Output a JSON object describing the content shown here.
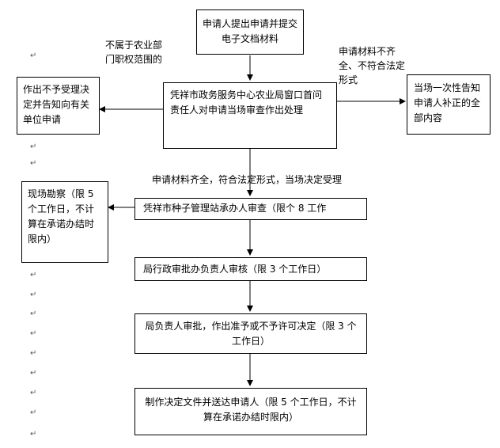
{
  "boxes": {
    "submit": "申请人提出申请并提交电子文档材料",
    "review": "凭祥市政务服务中心农业局窗口首问责任人对申请当场审查作出处理",
    "reject": "作出不予受理决定并告知向有关单位申请",
    "correct": "当场一次性告知申请人补正的全部内容",
    "station": "凭祥市种子管理站承办人审查（限个 8 工作",
    "survey": "现场勘察（限 5 个工作日，不计算在承诺办结时限内）",
    "office": "局行政审批办负责人审核（限 3 个工作日）",
    "director": "局负责人审批，作出准予或不予许可决定（限 3 个工作日）",
    "deliver": "制作决定文件并送达申请人（限 5 个工作日，不计算在承诺办结时限内）"
  },
  "labels": {
    "not_scope": "不属于农业部门职权范围的",
    "incomplete": "申请材料不齐全、不符合法定形式",
    "accepted": "申请材料齐全，符合法定形式，当场决定受理"
  },
  "paragraph_mark": "↵"
}
